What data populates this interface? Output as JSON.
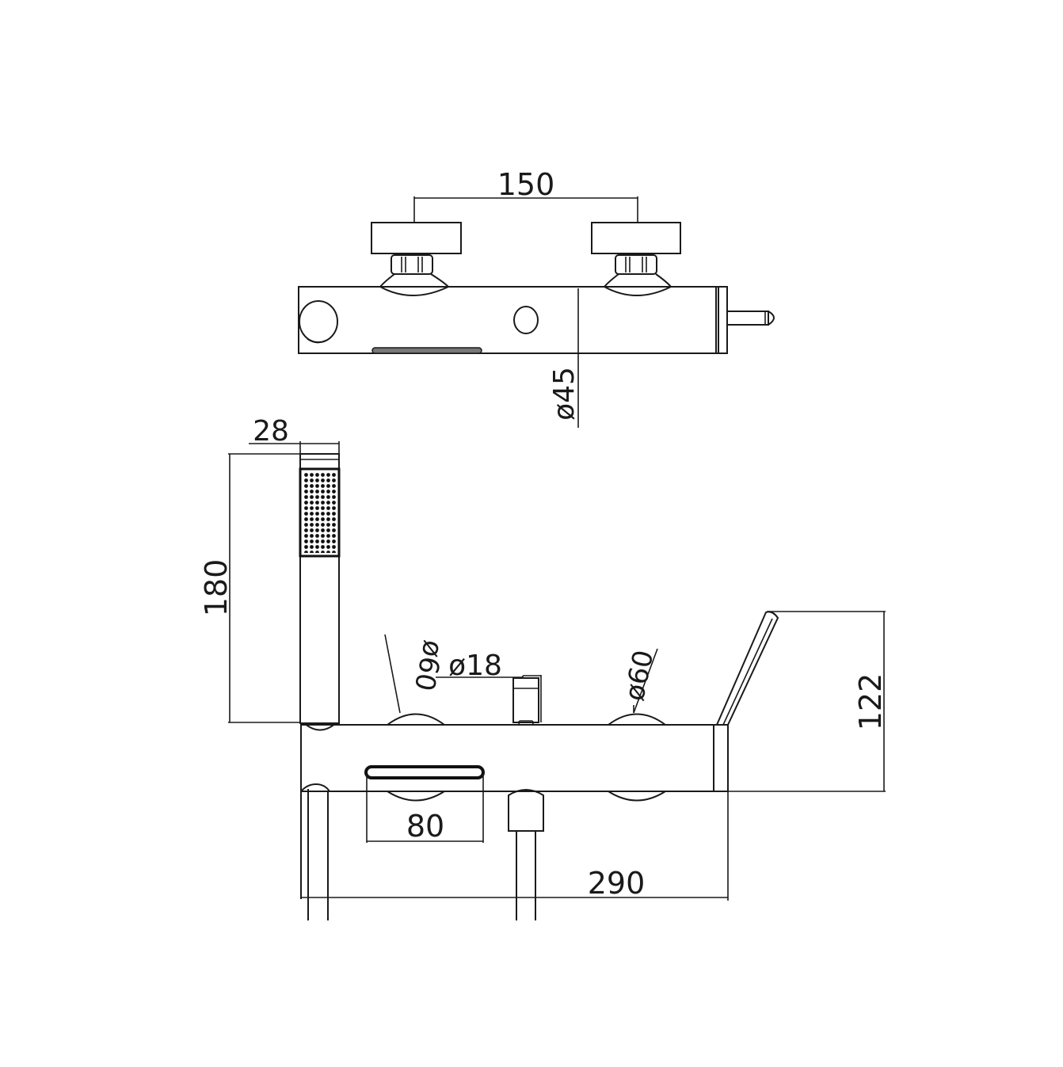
{
  "drawing": {
    "subject": "Wall-mounted bath/shower mixer with hand shower",
    "line_color": "#1a1a1a",
    "background": "#ffffff",
    "top_view": {
      "dim_centers": "150",
      "dim_body_diameter": "ø45"
    },
    "front_view": {
      "dim_handshower_width": "28",
      "dim_handshower_length": "180",
      "dim_left_flange": "ø60",
      "dim_diverter": "ø18",
      "dim_right_flange": "ø60",
      "dim_lever_height": "122",
      "dim_spout_width": "80",
      "dim_total_length": "290"
    }
  }
}
